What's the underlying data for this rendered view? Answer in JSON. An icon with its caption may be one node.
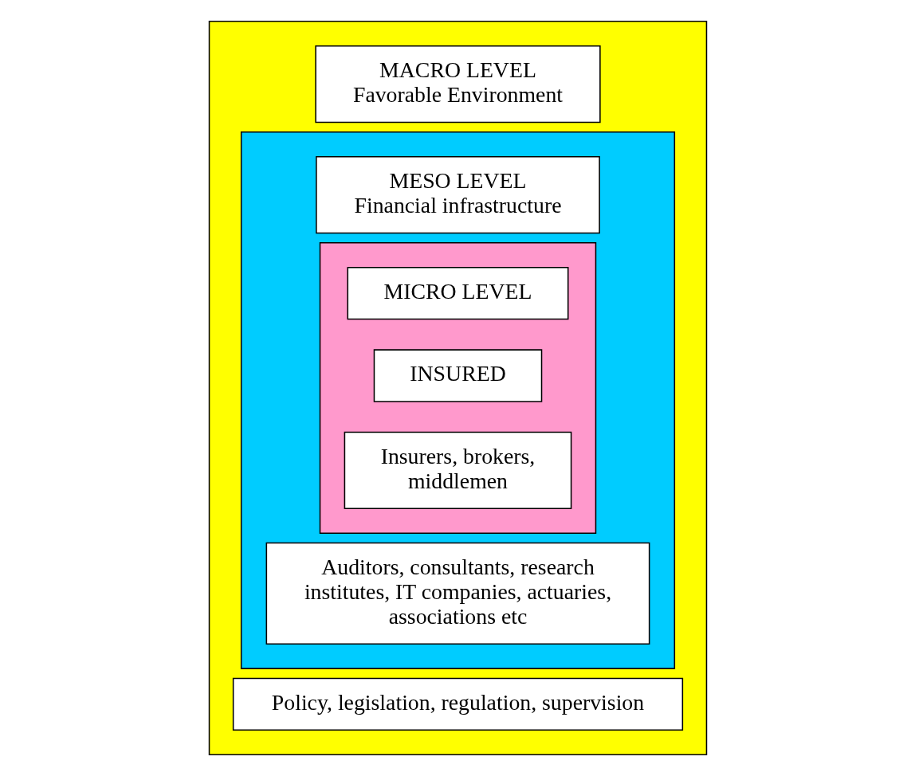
{
  "diagram": {
    "nodes": [
      {
        "text": [],
        "shape": "box"
      },
      {
        "text": [
          "MACRO LEVEL",
          "Favorable Environment"
        ],
        "in": 0
      },
      {
        "text": [],
        "shape": "box",
        "in": 0
      },
      {
        "text": [
          "MESO LEVEL",
          "Financial infrastructure"
        ],
        "in": 2
      },
      {
        "text": [],
        "shape": "box",
        "in": 2
      },
      {
        "text": [
          "MICRO LEVEL"
        ],
        "in": 4
      },
      {
        "text": [
          "INSURED"
        ],
        "in": 4
      },
      {
        "text": [
          "Insurers, brokers, middlemen"
        ],
        "in": 4
      },
      {
        "text": [
          "Auditors, consultants, research institutes, IT companies, actuaries, associations etc"
        ],
        "in": 2
      },
      {
        "text": [
          "Policy, legislation, regulation, supervision"
        ],
        "in": 0
      }
    ]
  }
}
